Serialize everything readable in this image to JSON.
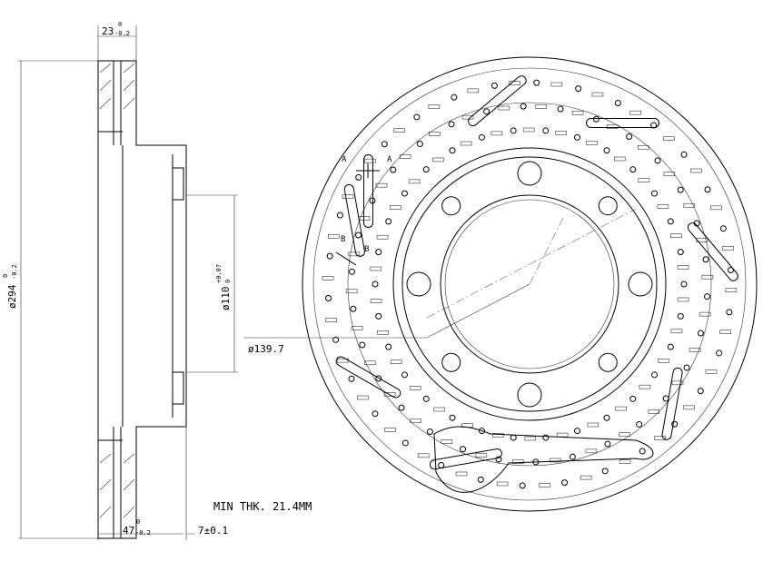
{
  "dimensions": {
    "thickness": {
      "value": "23",
      "upper": "0",
      "lower": "-0.2"
    },
    "outer_diameter": {
      "value": "ø294",
      "upper": "0",
      "lower": "-0.2"
    },
    "center_bore": {
      "value": "ø110",
      "upper": "+0.07",
      "lower": "0"
    },
    "bolt_circle": "ø139.7",
    "hat_height": {
      "value": "47",
      "upper": "0",
      "lower": "-0.2"
    },
    "hat_thickness": "7±0.1"
  },
  "notes": {
    "min_thickness": "MIN THK. 21.4MM"
  },
  "section_labels": {
    "a1": "A",
    "a2": "A",
    "b1": "B",
    "b2": "B"
  }
}
